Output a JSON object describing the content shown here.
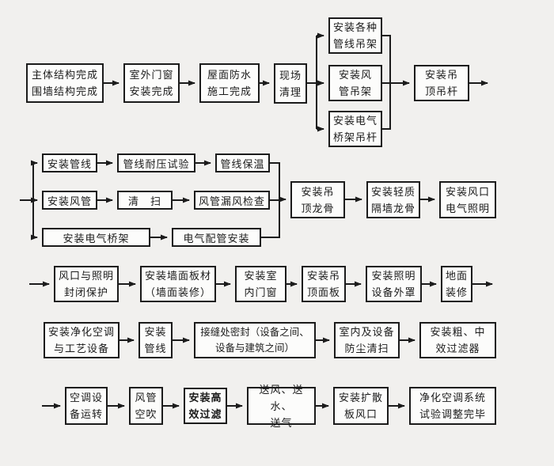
{
  "diagram": {
    "type": "flowchart",
    "language": "zh-CN",
    "colors": {
      "background": "#f1f0ee",
      "node_fill": "#fcfcfb",
      "line": "#1b1b1b",
      "text": "#1b1b1b"
    },
    "nodes": {
      "main_structure": "主体结构完成\n围墙结构完成",
      "exterior_doors": "室外门窗\n安装完成",
      "roof_waterproof": "屋面防水\n施工完成",
      "site_cleanup": "现场\n清理",
      "hanger_pipelines": "安装各种\n管线吊架",
      "hanger_ducts": "安装风\n管吊架",
      "hanger_trays": "安装电气\n桥架吊杆",
      "ceiling_rods": "安装吊\n顶吊杆",
      "install_pipelines": "安装管线",
      "pressure_test": "管线耐压试验",
      "pipeline_insulation": "管线保温",
      "install_ducts": "安装风管",
      "duct_sweep": "清　扫",
      "leak_check": "风管漏风检查",
      "cable_trays": "安装电气桥架",
      "conduit_install": "电气配管安装",
      "ceiling_keel": "安装吊\n顶龙骨",
      "partition_keel": "安装轻质\n隔墙龙骨",
      "outlet_lighting": "安装风口\n电气照明",
      "outlet_protection": "风口与照明\n封闭保护",
      "wall_panels": "安装墙面板材\n（墙面装修）",
      "interior_doors": "安装室\n内门窗",
      "ceiling_panels": "安装吊\n顶面板",
      "lighting_covers": "安装照明\n设备外罩",
      "floor_finish": "地面\n装修",
      "clean_ac_equipment": "安装净化空调\n与工艺设备",
      "install_pipelines_2": "安装\n管线",
      "seam_sealing": "接缝处密封（设备之间、\n设备与建筑之间）",
      "dust_cleaning": "室内及设备\n防尘清扫",
      "coarse_filters": "安装粗、中\n效过滤器",
      "ac_test_run": "空调设\n备运转",
      "duct_blow": "风管\n空吹",
      "hepa_install": "安装高\n效过滤",
      "supply_air_water_gas": "送风、送水、\n送气",
      "diffuser_outlets": "安装扩散\n板风口",
      "system_complete": "净化空调系统\n试验调整完毕"
    }
  }
}
